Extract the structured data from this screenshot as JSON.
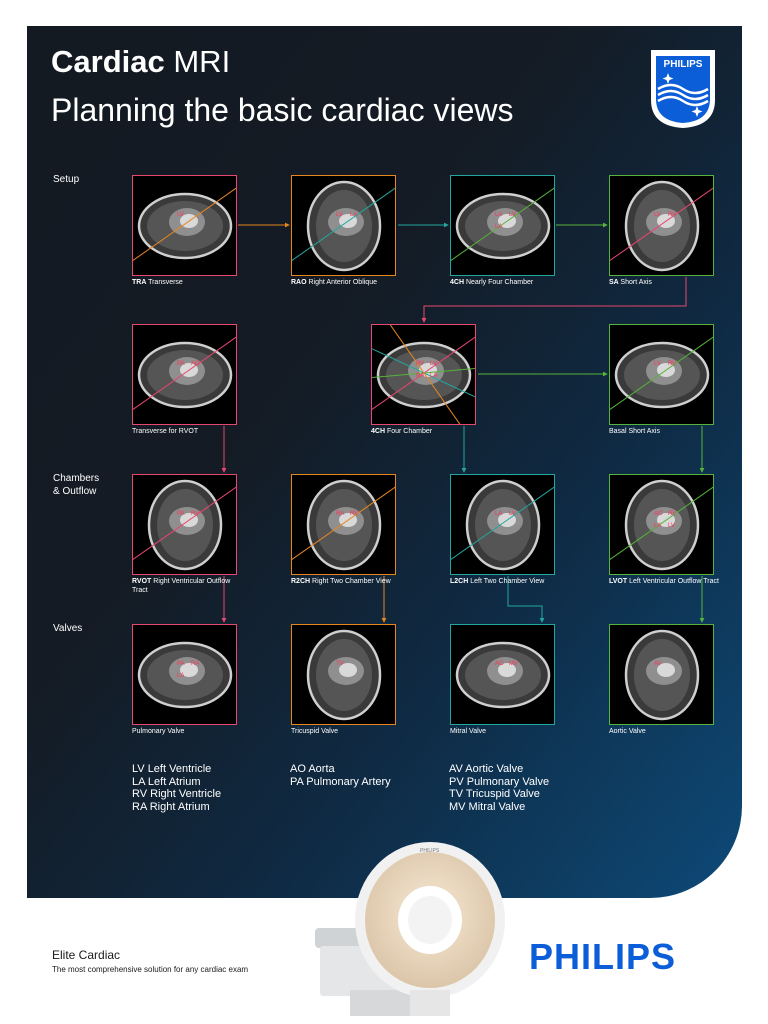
{
  "header": {
    "title_bold": "Cardiac",
    "title_light": "MRI",
    "subtitle": "Planning the basic cardiac views"
  },
  "logo": {
    "text": "PHILIPS"
  },
  "sections": [
    "Setup",
    "Chambers\n& Outflow",
    "Valves"
  ],
  "panels": [
    {
      "abbr": "TRA",
      "label": "Transverse",
      "marks": [
        "LV"
      ]
    },
    {
      "abbr": "RAO",
      "label": "Right Anterior Oblique",
      "marks": [
        "LV",
        "LA"
      ]
    },
    {
      "abbr": "4CH",
      "label": "Nearly Four Chamber",
      "marks": [
        "LA",
        "LV",
        "LA"
      ]
    },
    {
      "abbr": "SA",
      "label": "Short Axis",
      "marks": [
        "LV",
        "RV"
      ]
    },
    {
      "abbr": "",
      "label": "Transverse for RVOT",
      "marks": [
        "PA",
        "AO"
      ]
    },
    {
      "abbr": "4CH",
      "label": "Four Chamber",
      "marks": [
        "RV",
        "LV",
        "RA",
        "LA"
      ]
    },
    {
      "abbr": "",
      "label": "Basal Short Axis",
      "marks": [
        "LV",
        "RV"
      ]
    },
    {
      "abbr": "RVOT",
      "label": "Right Ventricular Outflow Tract",
      "marks": [
        "PA",
        "RV"
      ]
    },
    {
      "abbr": "R2CH",
      "label": "Right Two Chamber View",
      "marks": [
        "RA",
        "RV"
      ]
    },
    {
      "abbr": "L2CH",
      "label": "Left Two Chamber View",
      "marks": [
        "LA",
        "LV"
      ]
    },
    {
      "abbr": "LVOT",
      "label": "Left Ventricular Outflow Tract",
      "marks": [
        "AO",
        "RV",
        "LA",
        "LV"
      ]
    },
    {
      "abbr": "",
      "label": "Pulmonary Valve",
      "marks": [
        "PA",
        "RA",
        "LA"
      ]
    },
    {
      "abbr": "",
      "label": "Tricuspid Valve",
      "marks": [
        "TV"
      ]
    },
    {
      "abbr": "",
      "label": "Mitral Valve",
      "marks": [
        "AO",
        "MV"
      ]
    },
    {
      "abbr": "",
      "label": "Aortic Valve",
      "marks": [
        "AV"
      ]
    }
  ],
  "legend": {
    "col1": [
      "LV   Left Ventricle",
      "LA   Left Atrium",
      "RV   Right Ventricle",
      "RA   Right Atrium"
    ],
    "col2": [
      "AO  Aorta",
      "PA  Pulmonary Artery"
    ],
    "col3": [
      "AV   Aortic Valve",
      "PV   Pulmonary Valve",
      "TV   Tricuspid Valve",
      "MV  Mitral Valve"
    ]
  },
  "footer": {
    "product": "Elite Cardiac",
    "tagline": "The most comprehensive solution for any cardiac exam",
    "wordmark": "PHILIPS",
    "scanner_label": "PHILIPS"
  },
  "colors": {
    "pink": "#e8476f",
    "orange": "#e8861e",
    "teal": "#22a7a0",
    "green": "#56b33b",
    "brand_blue": "#0b5ed7"
  }
}
